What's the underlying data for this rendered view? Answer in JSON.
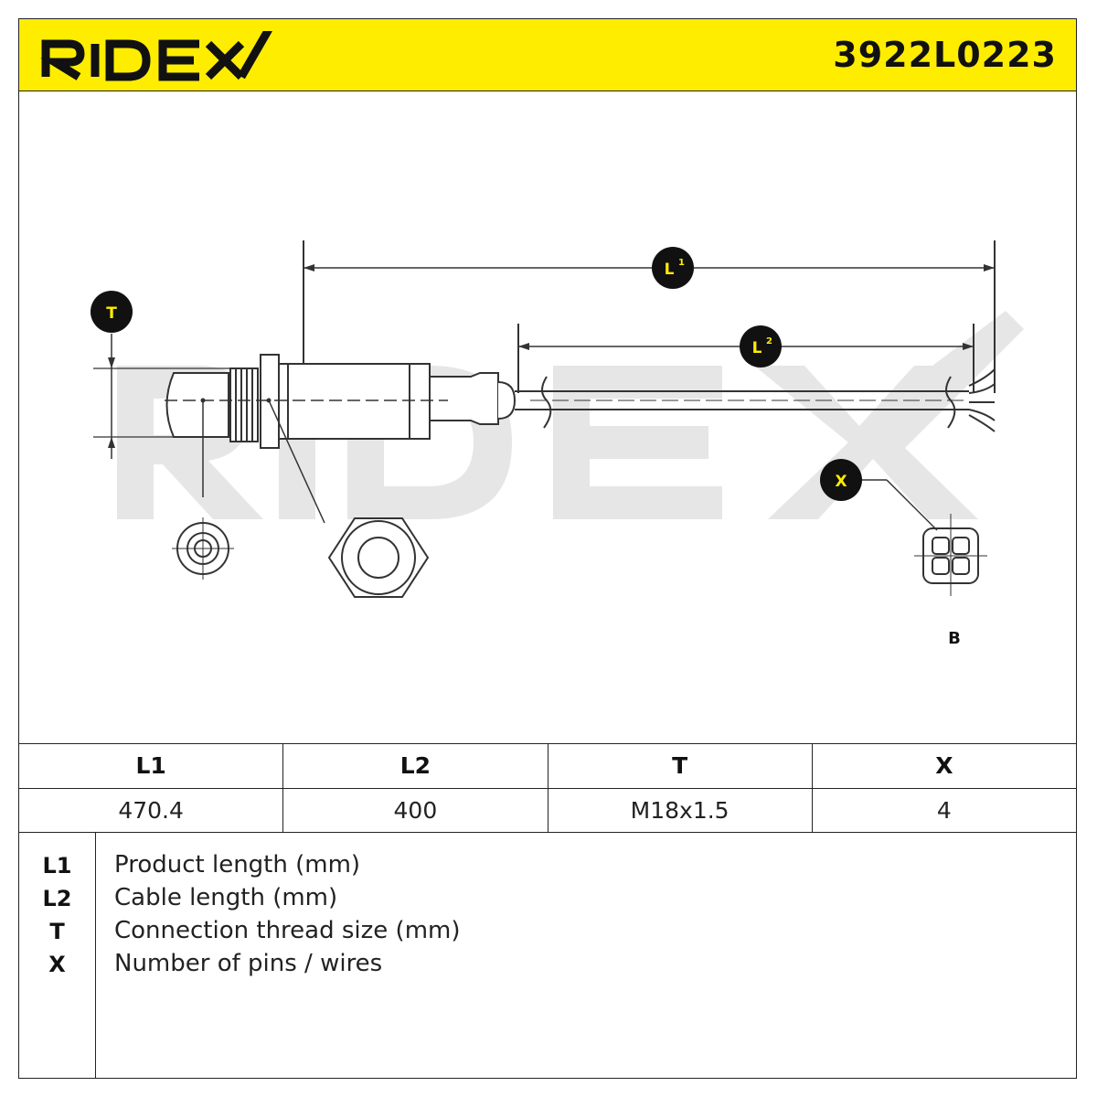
{
  "header": {
    "brand": "RIDEX",
    "part_number": "3922L0223"
  },
  "drawing": {
    "watermark": "RIDEX",
    "callouts": {
      "T": "T",
      "L1_letter": "L",
      "L1_sup": "1",
      "L2_letter": "L",
      "L2_sup": "2",
      "X": "X"
    },
    "connector_label": "B"
  },
  "specs": {
    "headers": [
      "L1",
      "L2",
      "T",
      "X"
    ],
    "values": [
      "470.4",
      "400",
      "M18x1.5",
      "4"
    ]
  },
  "legend": [
    {
      "key": "L1",
      "text": "Product length (mm)"
    },
    {
      "key": "L2",
      "text": "Cable length (mm)"
    },
    {
      "key": "T",
      "text": "Connection thread size (mm)"
    },
    {
      "key": "X",
      "text": "Number of pins / wires"
    }
  ],
  "colors": {
    "brand_yellow": "#ffed00",
    "callout_fill": "#111111",
    "callout_text": "#ffed00",
    "watermark": "#e6e6e6"
  }
}
